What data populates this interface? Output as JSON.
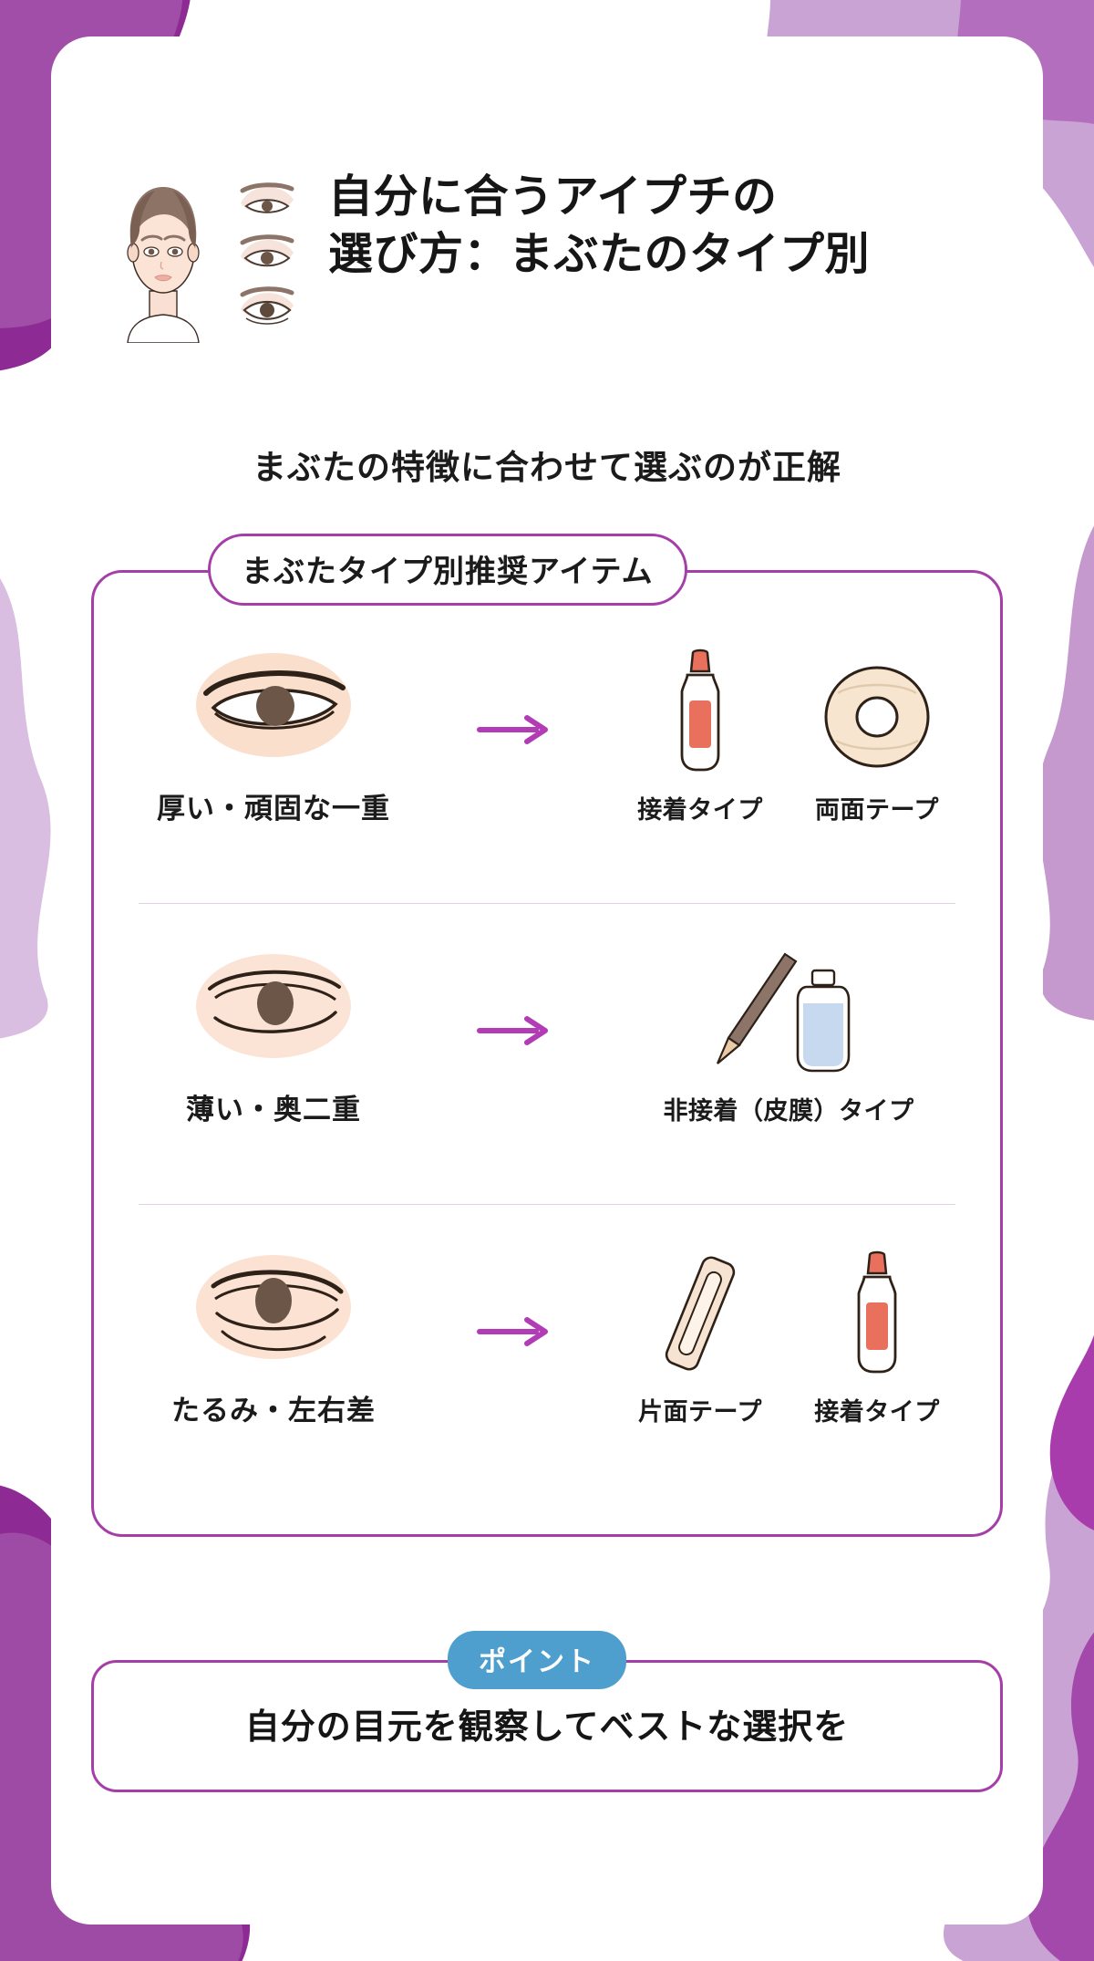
{
  "theme": {
    "accent_purple": "#a53fa8",
    "blob_purple_dark": "#8d2a93",
    "blob_purple_light": "#c9a3d4",
    "badge_blue": "#4f9fce",
    "arrow_color": "#b23cb5",
    "text_color": "#161616",
    "skin": "#f7dcc9",
    "background": "#ffffff"
  },
  "header": {
    "title_line1": "自分に合うアイプチの",
    "title_line2": "選び方：まぶたのタイプ別",
    "face_icon": "womans-face-illustration",
    "eye_samples_icon": "eye-type-samples"
  },
  "subtitle": "まぶたの特徴に合わせて選ぶのが正解",
  "main_card": {
    "badge": "まぶたタイプ別推奨アイテム",
    "rows": [
      {
        "eye_icon": "thick-monolid-eye-illustration",
        "label": "厚い・頑固な一重",
        "arrow_icon": "arrow-right-icon",
        "items": [
          {
            "art": "glue-bottle-icon",
            "label": "接着タイプ"
          },
          {
            "art": "double-sided-tape-roll-icon",
            "label": "両面テープ"
          }
        ]
      },
      {
        "eye_icon": "thin-inner-double-eye-illustration",
        "label": "薄い・奥二重",
        "arrow_icon": "arrow-right-icon",
        "items": [
          {
            "art": "brush-and-bottle-icon",
            "label": "非接着（皮膜）タイプ"
          }
        ]
      },
      {
        "eye_icon": "saggy-asymmetric-eye-illustration",
        "label": "たるみ・左右差",
        "arrow_icon": "arrow-right-icon",
        "items": [
          {
            "art": "single-sided-tape-strip-icon",
            "label": "片面テープ"
          },
          {
            "art": "glue-bottle-icon",
            "label": "接着タイプ"
          }
        ]
      }
    ]
  },
  "point_card": {
    "badge": "ポイント",
    "text": "自分の目元を観察してベストな選択を"
  }
}
